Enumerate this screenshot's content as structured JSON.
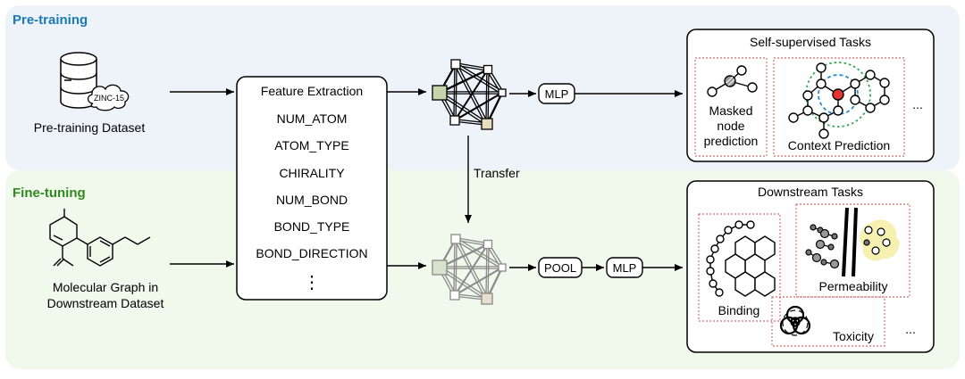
{
  "sections": {
    "pretrain_title": "Pre-training",
    "finetune_title": "Fine-tuning",
    "pretrain_color": "#1a7ab8",
    "finetune_color": "#2e8b1e",
    "pretrain_bg": "#eef3fa",
    "finetune_bg": "#f1f8ec"
  },
  "pretraining": {
    "dataset_cloud_label": "ZINC-15",
    "dataset_label": "Pre-training Dataset",
    "mlp_label": "MLP",
    "tasks_title": "Self-supervised Tasks",
    "masked_lines": [
      "Masked",
      "node",
      "prediction"
    ],
    "context_label": "Context Prediction",
    "more": "..."
  },
  "finetuning": {
    "dataset_lines": [
      "Molecular Graph in",
      "Downstream Dataset"
    ],
    "pool_label": "POOL",
    "mlp_label": "MLP",
    "tasks_title": "Downstream Tasks",
    "binding_label": "Binding",
    "permeability_label": "Permeability",
    "toxicity_label": "Toxicity",
    "more": "..."
  },
  "features": {
    "title": "Feature Extraction",
    "items": [
      "NUM_ATOM",
      "ATOM_TYPE",
      "CHIRALITY",
      "NUM_BOND",
      "BOND_TYPE",
      "BOND_DIRECTION"
    ],
    "ellipsis": "⋮"
  },
  "transfer_label": "Transfer"
}
